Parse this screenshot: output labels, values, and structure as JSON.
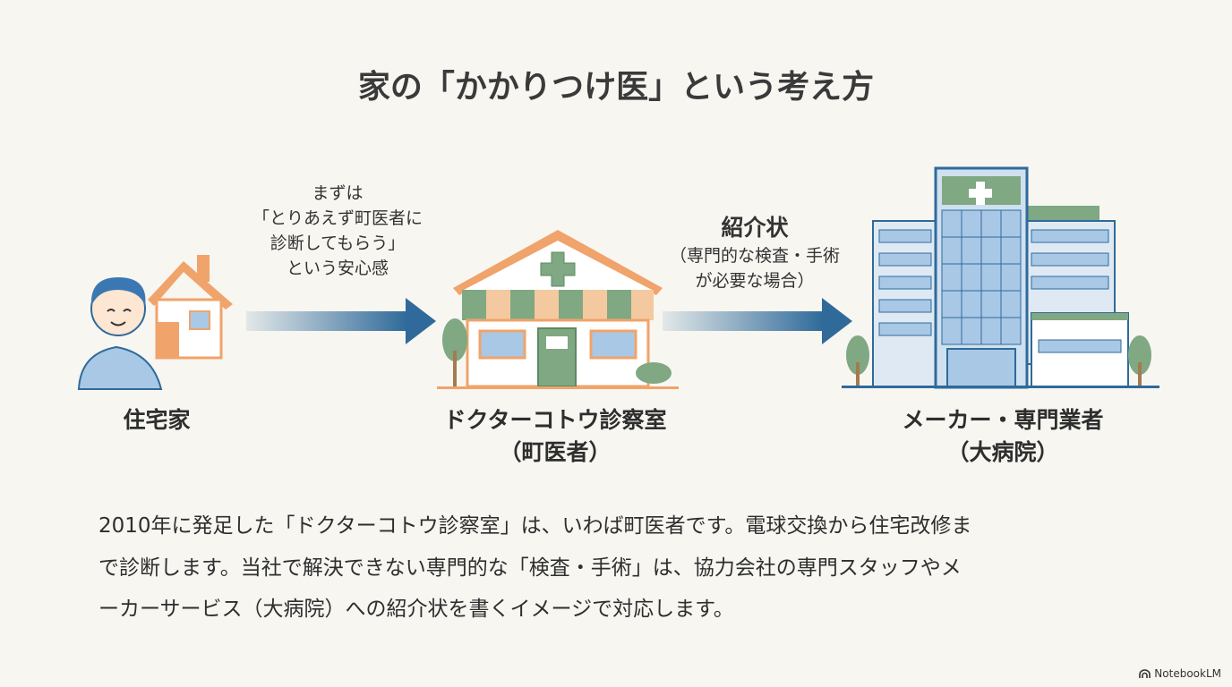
{
  "title": "家の「かかりつけ医」という考え方",
  "arrow1_caption": [
    "まずは",
    "「とりあえず町医者に",
    "診断してもらう」",
    "という安心感"
  ],
  "arrow2_caption": {
    "heading": "紹介状",
    "lines": [
      "（専門的な検査・手術",
      "が必要な場合）"
    ]
  },
  "nodes": [
    {
      "label": [
        "住宅家"
      ]
    },
    {
      "label": [
        "ドクターコトウ診察室",
        "（町医者）"
      ]
    },
    {
      "label": [
        "メーカー・専門業者",
        "（大病院）"
      ]
    }
  ],
  "description": [
    "2010年に発足した「ドクターコトウ診察室」は、いわば町医者です。電球交換から住宅改修ま",
    "で診断します。当社で解決できない専門的な「検査・手術」は、協力会社の専門スタッフやメ",
    "ーカーサービス（大病院）への紹介状を書くイメージで対応します。"
  ],
  "brand": "NotebookLM",
  "colors": {
    "arrow": "#2f6a9a",
    "green": "#7fa883",
    "orange": "#f0a36a",
    "blue": "#a9c8e6"
  }
}
